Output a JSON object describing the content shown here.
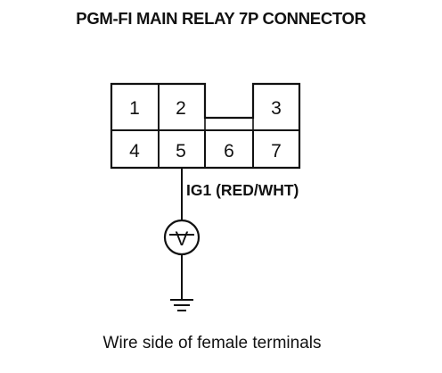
{
  "title": "PGM-FI MAIN RELAY 7P CONNECTOR",
  "caption": "Wire side of female terminals",
  "connector": {
    "pins": [
      "1",
      "2",
      "3",
      "4",
      "5",
      "6",
      "7"
    ]
  },
  "wire": {
    "label": "IG1 (RED/WHT)"
  },
  "meter": {
    "symbol": "V",
    "icon": "voltmeter-icon"
  },
  "ground": {
    "icon": "ground-icon"
  },
  "colors": {
    "ink": "#111111",
    "background": "#ffffff"
  }
}
